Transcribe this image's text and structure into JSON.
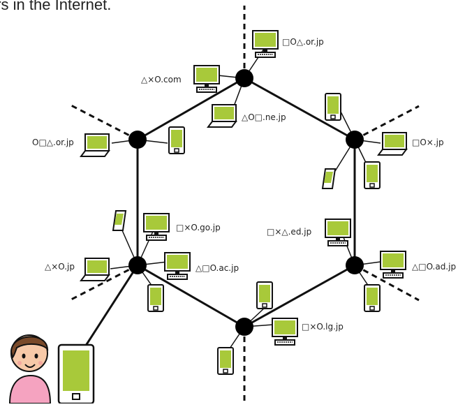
{
  "caption": "ers in the Internet.",
  "colors": {
    "screen": "#a8c93a",
    "line": "#111111",
    "node": "#000000",
    "skin": "#f7c9a8",
    "hair": "#7a4a2a",
    "shirt": "#f5a3c0"
  },
  "labels": {
    "top_right": "□O△.or.jp",
    "top_left": "△×O.com",
    "top_inner": "△O□.ne.jp",
    "left_upper": "O□△.or.jp",
    "right_upper": "□O×.jp",
    "left_go": "□×O.go.jp",
    "right_ed": "□×△.ed.jp",
    "left_lower": "△×O.jp",
    "left_ac": "△□O.ac.jp",
    "right_lower": "△□O.ad.jp",
    "bottom_lg": "□×O.lg.jp"
  }
}
